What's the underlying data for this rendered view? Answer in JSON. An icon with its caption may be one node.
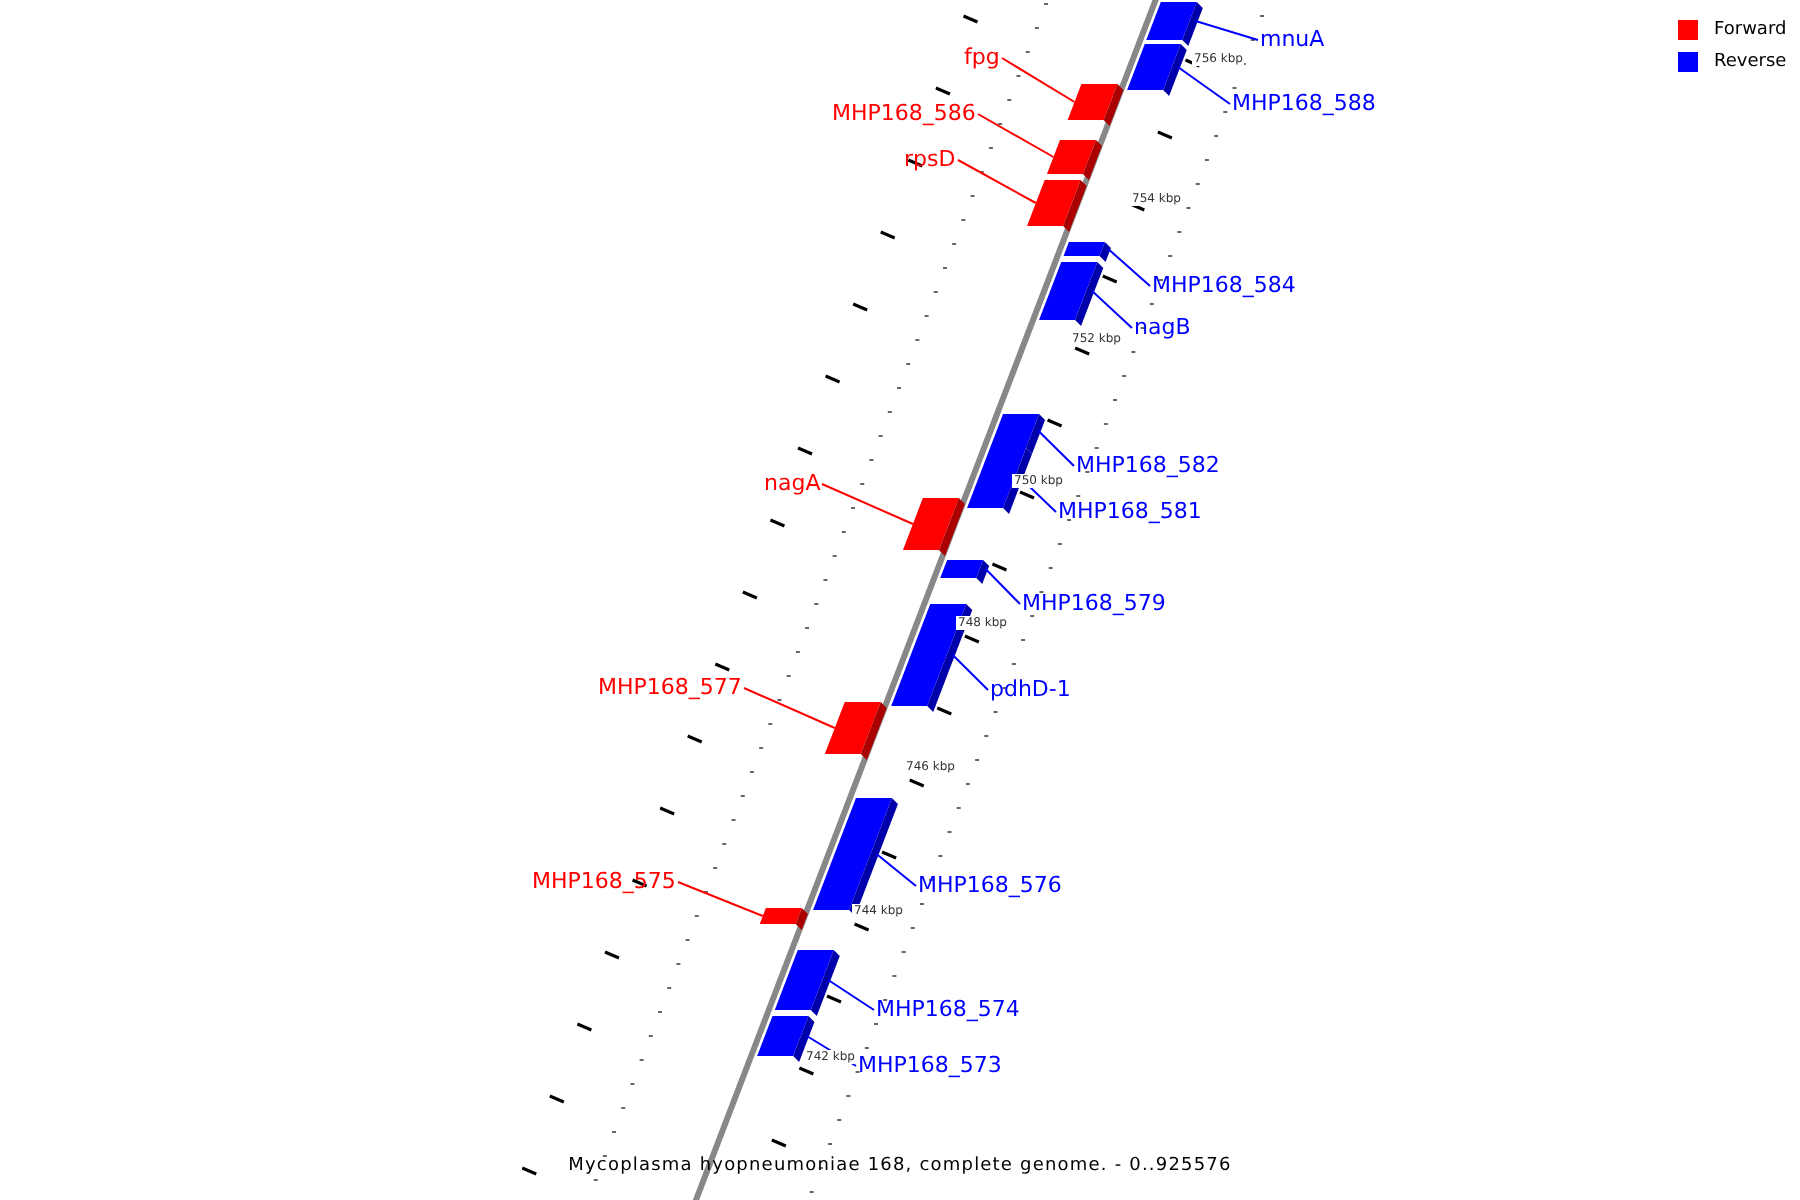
{
  "diagram": {
    "caption": "Mycoplasma hyopneumoniae 168, complete genome. - 0..925576",
    "nodes": [
      {
        "text": [
          "mnuA"
        ]
      },
      {
        "text": [],
        "shape": "box"
      },
      {
        "text": [
          "fpg"
        ]
      },
      {
        "text": [],
        "shape": "box"
      },
      {
        "text": [
          "MHP168_588"
        ]
      },
      {
        "text": [],
        "shape": "box"
      },
      {
        "text": [
          "MHP168_586"
        ]
      },
      {
        "text": [],
        "shape": "box"
      },
      {
        "text": [
          "rpsD"
        ]
      },
      {
        "text": [],
        "shape": "box"
      },
      {
        "text": [
          "MHP168_584"
        ]
      },
      {
        "text": [],
        "shape": "box"
      },
      {
        "text": [
          "nagB"
        ]
      },
      {
        "text": [],
        "shape": "box"
      },
      {
        "text": [
          "MHP168_582"
        ]
      },
      {
        "text": [],
        "shape": "box"
      },
      {
        "text": [
          "nagA"
        ]
      },
      {
        "text": [],
        "shape": "box"
      },
      {
        "text": [
          "MHP168_581"
        ]
      },
      {
        "text": [],
        "shape": "box"
      },
      {
        "text": [
          "MHP168_579"
        ]
      },
      {
        "text": [],
        "shape": "box"
      },
      {
        "text": [
          "MHP168_577"
        ]
      },
      {
        "text": [],
        "shape": "box"
      },
      {
        "text": [
          "pdhD-1"
        ]
      },
      {
        "text": [],
        "shape": "box"
      },
      {
        "text": [
          "MHP168_575"
        ]
      },
      {
        "text": [],
        "shape": "box"
      },
      {
        "text": [
          "MHP168_576"
        ]
      },
      {
        "text": [],
        "shape": "box"
      },
      {
        "text": [
          "MHP168_574"
        ]
      },
      {
        "text": [],
        "shape": "box"
      },
      {
        "text": [
          "MHP168_573"
        ]
      },
      {
        "text": [],
        "shape": "box"
      }
    ],
    "edges": [
      {
        "from": 0,
        "to": 1,
        "arrow": "none"
      },
      {
        "from": 2,
        "to": 3,
        "arrow": "none",
        "color": "#ff0000"
      },
      {
        "from": 4,
        "to": 5,
        "arrow": "none"
      },
      {
        "from": 6,
        "to": 7,
        "arrow": "none",
        "color": "#ff0000"
      },
      {
        "from": 8,
        "to": 9,
        "arrow": "none",
        "color": "#ff0000"
      },
      {
        "from": 10,
        "to": 11,
        "arrow": "none"
      },
      {
        "from": 12,
        "to": 13,
        "arrow": "none"
      },
      {
        "from": 14,
        "to": 15,
        "arrow": "none"
      },
      {
        "from": 16,
        "to": 17,
        "arrow": "none",
        "color": "#ff0000"
      },
      {
        "from": 18,
        "to": 19,
        "arrow": "none"
      },
      {
        "from": 20,
        "to": 21,
        "arrow": "none"
      },
      {
        "from": 22,
        "to": 23,
        "arrow": "none",
        "color": "#ff0000"
      },
      {
        "from": 24,
        "to": 25,
        "arrow": "none"
      },
      {
        "from": 26,
        "to": 27,
        "arrow": "none",
        "color": "#ff0000"
      },
      {
        "from": 28,
        "to": 29,
        "arrow": "none"
      },
      {
        "from": 30,
        "to": 31,
        "arrow": "none"
      },
      {
        "from": 32,
        "to": 33,
        "arrow": "none"
      }
    ],
    "labels": [
      "756 kbp",
      "754 kbp",
      "752 kbp",
      "750 kbp",
      "748 kbp",
      "746 kbp",
      "744 kbp",
      "742 kbp"
    ],
    "legend": [
      {
        "text": "Forward",
        "color": "#ff0000"
      },
      {
        "text": "Reverse",
        "color": "#0000ff"
      }
    ]
  }
}
